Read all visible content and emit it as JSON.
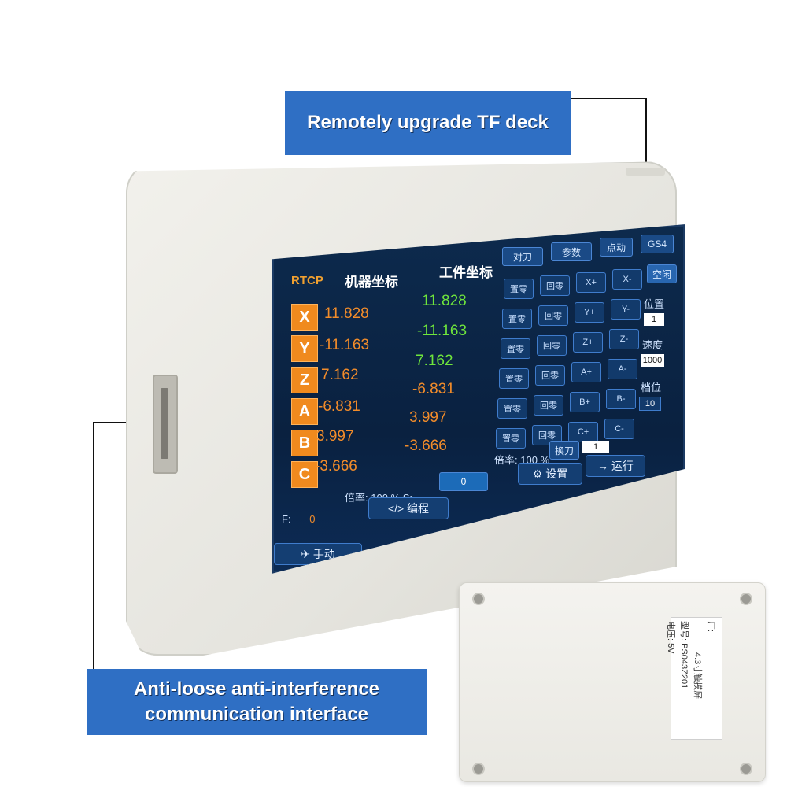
{
  "callouts": {
    "top": "Remotely upgrade TF deck",
    "bottom_line1": "Anti-loose anti-interference",
    "bottom_line2": "communication interface"
  },
  "screen": {
    "brand": "RTCP",
    "tab_machine": "机器坐标",
    "tab_work": "工件坐标",
    "top_buttons": [
      "对刀",
      "参数",
      "点动",
      "GS4"
    ],
    "axes": [
      {
        "axis": "X",
        "machine": "11.828",
        "work": "11.828"
      },
      {
        "axis": "Y",
        "machine": "-11.163",
        "work": "-11.163"
      },
      {
        "axis": "Z",
        "machine": "7.162",
        "work": "7.162"
      },
      {
        "axis": "A",
        "machine": "-6.831",
        "work": "-6.831"
      },
      {
        "axis": "B",
        "machine": "3.997",
        "work": "3.997"
      },
      {
        "axis": "C",
        "machine": "-3.666",
        "work": "-3.666"
      }
    ],
    "grid_rows": [
      [
        "置零",
        "回零",
        "X+",
        "X-"
      ],
      [
        "置零",
        "回零",
        "Y+",
        "Y-"
      ],
      [
        "置零",
        "回零",
        "Z+",
        "Z-"
      ],
      [
        "置零",
        "回零",
        "A+",
        "A-"
      ],
      [
        "置零",
        "回零",
        "B+",
        "B-"
      ],
      [
        "置零",
        "回零",
        "C+",
        "C-"
      ]
    ],
    "side": {
      "top_btn": "空闲",
      "pos_label": "位置",
      "pos_value": "1",
      "speed_label": "速度",
      "speed_value": "1000",
      "gear_label": "档位",
      "gear_value": "10"
    },
    "rate_row": {
      "rate_label": "倍率:",
      "rate_value": "100",
      "unit": "%",
      "knife_btn": "换刀",
      "knife_value": "1"
    },
    "settings_btn": "设置",
    "run_btn": "运行",
    "lower_rate": {
      "label": "倍率:",
      "value": "100",
      "unit": "%",
      "s_label": "S:",
      "s_value": "0"
    },
    "f_label": "F:",
    "f_value": "0",
    "program_btn": "</> 编程",
    "manual_btn": "手动"
  },
  "plate_label": {
    "line1": "厂:",
    "line2": "4.3寸触摸屏",
    "line3": "型号: PS043Z201",
    "line4": "电压: 5V"
  }
}
